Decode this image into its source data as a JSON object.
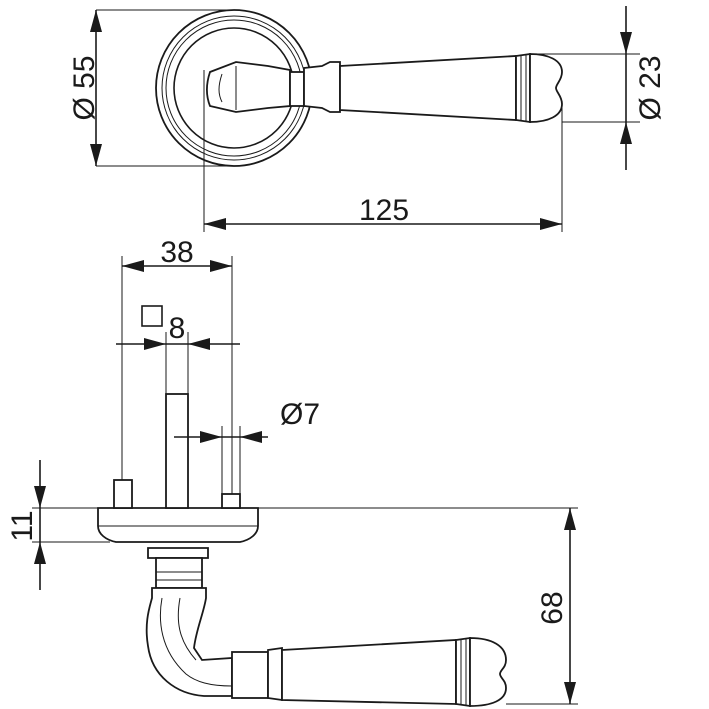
{
  "drawing": {
    "ink_color": "#1a1a1a",
    "background": "#ffffff",
    "top_view": {
      "rosette_diameter": "Ø 55",
      "lever_end_diameter": "Ø 23",
      "lever_length": "125"
    },
    "side_view": {
      "spindle_spacing": "38",
      "square_spindle": "8",
      "screw_diameter": "Ø7",
      "rosette_height": "11",
      "total_height": "68"
    }
  }
}
